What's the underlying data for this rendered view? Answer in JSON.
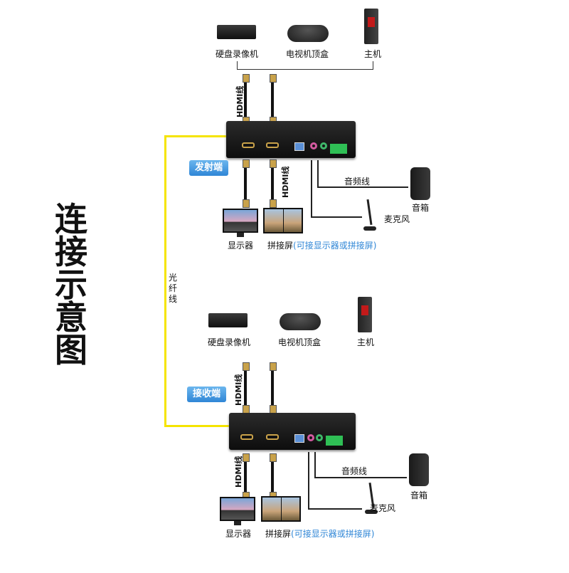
{
  "title": "连接示意图",
  "fiber_label": "光纤线",
  "sections": [
    {
      "badge": "发射端",
      "sources": [
        "硬盘录像机",
        "电视机顶盒",
        "主机"
      ],
      "hdmi_label_top": "HDMI线",
      "hdmi_label_bottom": "HDMI线",
      "audio_label": "音频线",
      "speaker_label": "音箱",
      "mic_label": "麦克风",
      "display_label": "显示器",
      "splice_label": "拼接屏",
      "splice_note": "(可接显示器或拼接屏)"
    },
    {
      "badge": "接收端",
      "sources": [
        "硬盘录像机",
        "电视机顶盒",
        "主机"
      ],
      "hdmi_label_top": "HDMI线",
      "hdmi_label_bottom": "HDMI线",
      "audio_label": "音频线",
      "speaker_label": "音箱",
      "mic_label": "麦克风",
      "display_label": "显示器",
      "splice_label": "拼接屏",
      "splice_note": "(可接显示器或拼接屏)"
    }
  ],
  "colors": {
    "fiber": "#f5e400",
    "badge": "#2f86d6",
    "note": "#2f86d6"
  }
}
